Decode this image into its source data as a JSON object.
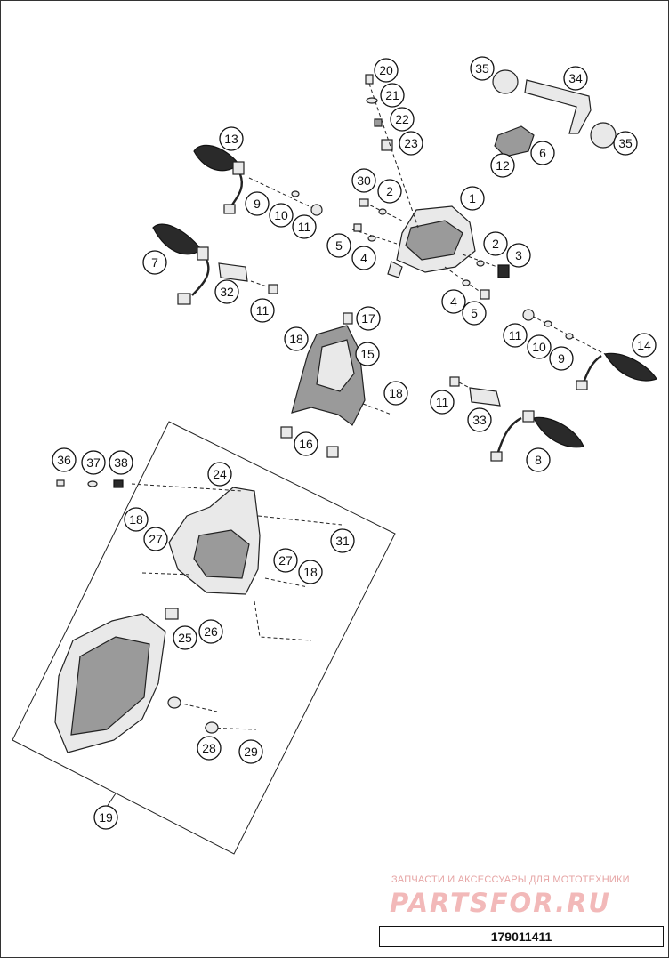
{
  "diagram": {
    "callouts": [
      "1",
      "2",
      "2",
      "3",
      "4",
      "4",
      "5",
      "5",
      "6",
      "7",
      "8",
      "9",
      "9",
      "10",
      "10",
      "11",
      "11",
      "11",
      "11",
      "12",
      "13",
      "14",
      "15",
      "16",
      "17",
      "18",
      "18",
      "18",
      "18",
      "19",
      "20",
      "21",
      "22",
      "23",
      "24",
      "25",
      "26",
      "27",
      "27",
      "28",
      "29",
      "30",
      "31",
      "32",
      "33",
      "34",
      "35",
      "35",
      "36",
      "37",
      "38"
    ]
  },
  "watermark": {
    "caption": "ЗАПЧАСТИ И АКСЕССУАРЫ ДЛЯ МОТОТЕХНИКИ",
    "logo": "PARTSFOR.RU"
  },
  "document": {
    "number": "179011411"
  },
  "colors": {
    "line": "#222222",
    "watermark": "#f2b9b9"
  }
}
